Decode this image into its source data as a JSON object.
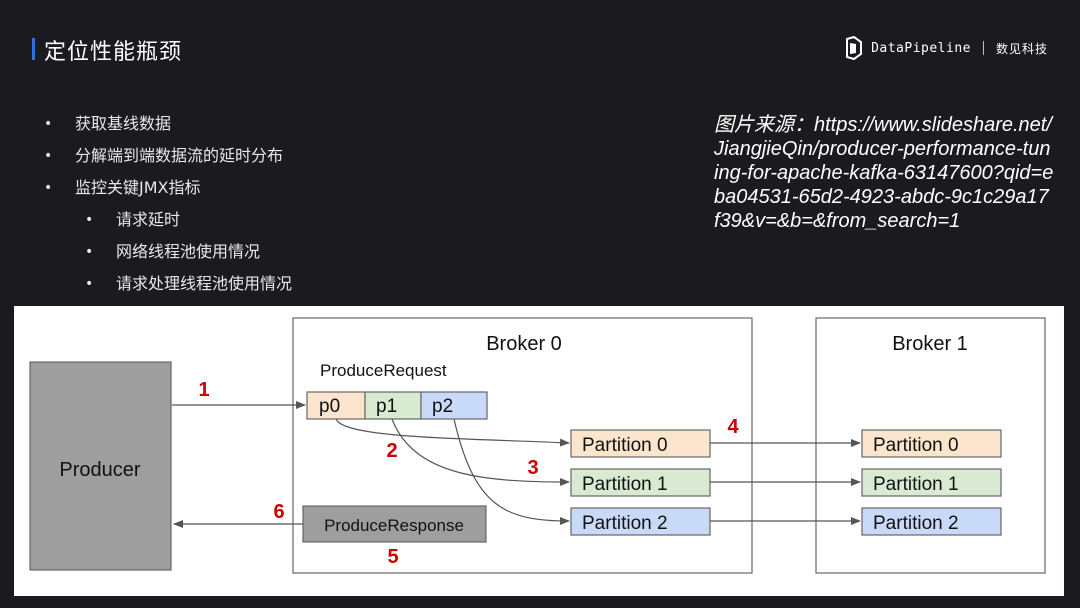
{
  "header": {
    "title": "定位性能瓶颈",
    "brand_name": "DataPipeline",
    "brand_cn": "数见科技"
  },
  "bullets": [
    {
      "level": 1,
      "text": "获取基线数据"
    },
    {
      "level": 1,
      "text": "分解端到端数据流的延时分布"
    },
    {
      "level": 1,
      "text": "监控关键JMX指标"
    },
    {
      "level": 2,
      "text": "请求延时"
    },
    {
      "level": 2,
      "text": "网络线程池使用情况"
    },
    {
      "level": 2,
      "text": "请求处理线程池使用情况"
    }
  ],
  "bullet_symbol": "•",
  "source": {
    "text": "图片来源：https://www.slideshare.net/JiangjieQin/producer-performance-tuning-for-apache-kafka-63147600?qid=eba04531-65d2-4923-abdc-9c1c29a17f39&v=&b=&from_search=1"
  },
  "diagram": {
    "producer": "Producer",
    "broker0": "Broker 0",
    "broker1": "Broker 1",
    "produce_request": "ProduceRequest",
    "produce_response": "ProduceResponse",
    "partitions": [
      "p0",
      "p1",
      "p2"
    ],
    "broker0_partitions": [
      "Partition 0",
      "Partition 1",
      "Partition 2"
    ],
    "broker1_partitions": [
      "Partition 0",
      "Partition 1",
      "Partition 2"
    ],
    "steps": [
      "1",
      "2",
      "3",
      "4",
      "5",
      "6"
    ],
    "colors": {
      "partition0": "#fce5cd",
      "partition1": "#d9ead3",
      "partition2": "#c9daf8",
      "producer": "#9e9e9e",
      "response": "#9e9e9e",
      "step": "#cc0000"
    }
  }
}
